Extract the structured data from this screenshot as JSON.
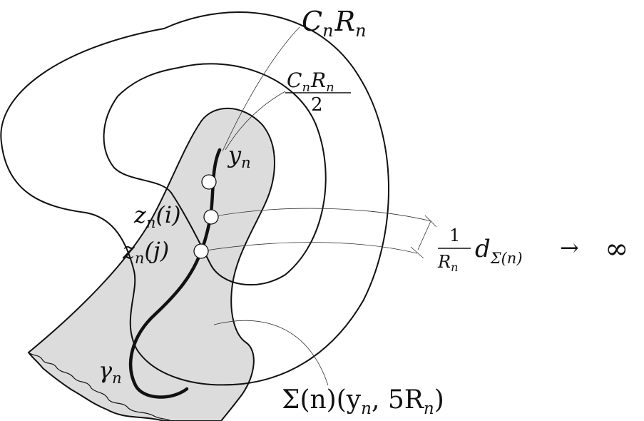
{
  "labels": {
    "outer_radius": {
      "base": "C",
      "sub1": "n",
      "base2": "R",
      "sub2": "n"
    },
    "inner_radius": {
      "num_base": "C",
      "num_sub1": "n",
      "num_base2": "R",
      "num_sub2": "n",
      "den": "2"
    },
    "point_y": {
      "base": "y",
      "sub": "n"
    },
    "point_zi": {
      "base": "z",
      "sub": "n",
      "arg": "(i)"
    },
    "point_zj": {
      "base": "z",
      "sub": "n",
      "arg": "(j)"
    },
    "curve": {
      "base": "γ",
      "sub": "n"
    },
    "distance": {
      "frac_num": "1",
      "frac_den_base": "R",
      "frac_den_sub": "n",
      "d": "d",
      "d_sub": "Σ(n)",
      "arrow": "→",
      "infinity": "∞"
    },
    "surface": {
      "text": "Σ(n)(y",
      "sub": "n",
      "rest": ", 5R",
      "sub2": "n",
      "close": ")"
    }
  },
  "colors": {
    "region_fill": "#dcdcdc",
    "stroke": "#111111",
    "marker_fill": "#ffffff"
  }
}
